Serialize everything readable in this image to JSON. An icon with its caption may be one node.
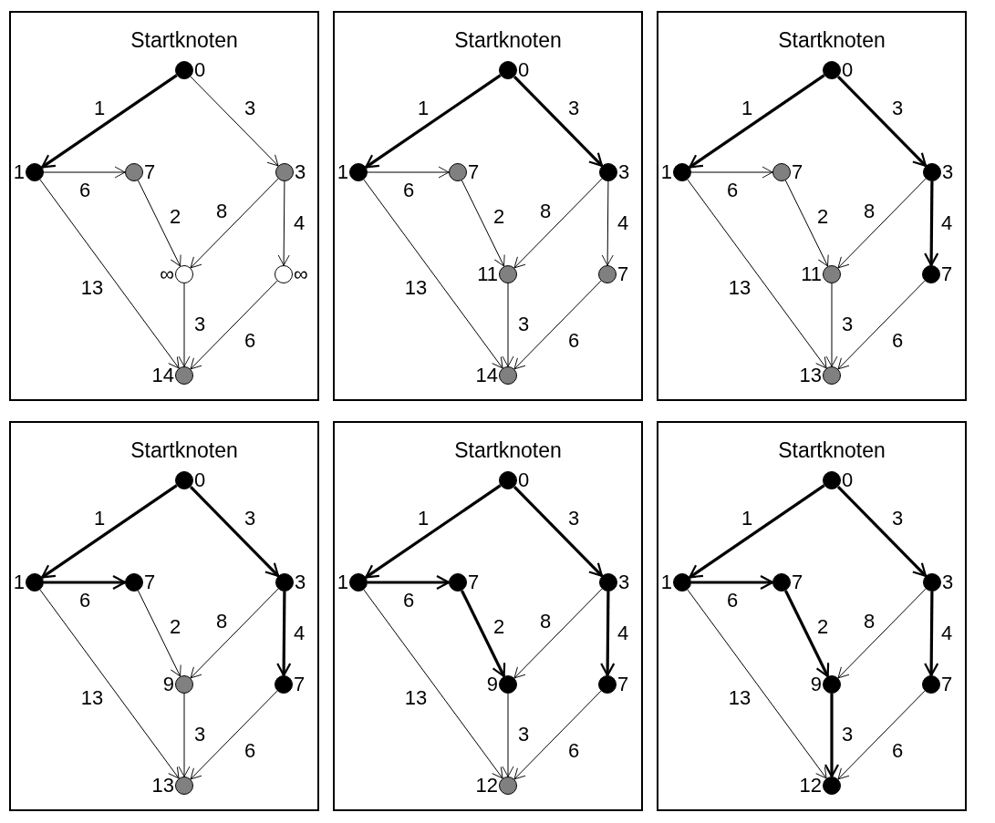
{
  "diagram": {
    "nodes": [
      {
        "text": [
          "Startknoten"
        ]
      },
      {
        "text": [],
        "shape": "circle",
        "in": 0,
        "beside": [
          "0"
        ]
      },
      {
        "text": [],
        "shape": "circle",
        "in": 0,
        "beside": [
          "1"
        ]
      },
      {
        "text": [],
        "shape": "circle",
        "in": 0,
        "beside": [
          "7"
        ]
      },
      {
        "text": [],
        "shape": "circle",
        "in": 0,
        "beside": [
          "3"
        ]
      },
      {
        "text": [],
        "shape": "circle",
        "in": 0,
        "beside": [
          "∞"
        ]
      },
      {
        "text": [],
        "shape": "circle",
        "in": 0,
        "beside": [
          "∞"
        ]
      },
      {
        "text": [],
        "shape": "circle",
        "in": 0,
        "beside": [
          "14"
        ]
      },
      {
        "text": [
          "Startknoten"
        ]
      },
      {
        "text": [],
        "shape": "circle",
        "in": 8,
        "beside": [
          "0"
        ]
      },
      {
        "text": [],
        "shape": "circle",
        "in": 8,
        "beside": [
          "1"
        ]
      },
      {
        "text": [],
        "shape": "circle",
        "in": 8,
        "beside": [
          "7"
        ]
      },
      {
        "text": [],
        "shape": "circle",
        "in": 8,
        "beside": [
          "3"
        ]
      },
      {
        "text": [],
        "shape": "circle",
        "in": 8,
        "beside": [
          "11"
        ]
      },
      {
        "text": [],
        "shape": "circle",
        "in": 8,
        "beside": [
          "7"
        ]
      },
      {
        "text": [],
        "shape": "circle",
        "in": 8,
        "beside": [
          "14"
        ]
      },
      {
        "text": [
          "Startknoten"
        ]
      },
      {
        "text": [],
        "shape": "circle",
        "in": 16,
        "beside": [
          "0"
        ]
      },
      {
        "text": [],
        "shape": "circle",
        "in": 16,
        "beside": [
          "1"
        ]
      },
      {
        "text": [],
        "shape": "circle",
        "in": 16,
        "beside": [
          "7"
        ]
      },
      {
        "text": [],
        "shape": "circle",
        "in": 16,
        "beside": [
          "3"
        ]
      },
      {
        "text": [],
        "shape": "circle",
        "in": 16,
        "beside": [
          "11"
        ]
      },
      {
        "text": [],
        "shape": "circle",
        "in": 16,
        "beside": [
          "7"
        ]
      },
      {
        "text": [],
        "shape": "circle",
        "in": 16,
        "beside": [
          "13"
        ]
      },
      {
        "text": [
          "Startknoten"
        ]
      },
      {
        "text": [],
        "shape": "circle",
        "in": 24,
        "beside": [
          "0"
        ]
      },
      {
        "text": [],
        "shape": "circle",
        "in": 24,
        "beside": [
          "1"
        ]
      },
      {
        "text": [],
        "shape": "circle",
        "in": 24,
        "beside": [
          "7"
        ]
      },
      {
        "text": [],
        "shape": "circle",
        "in": 24,
        "beside": [
          "3"
        ]
      },
      {
        "text": [],
        "shape": "circle",
        "in": 24,
        "beside": [
          "9"
        ]
      },
      {
        "text": [],
        "shape": "circle",
        "in": 24,
        "beside": [
          "7"
        ]
      },
      {
        "text": [],
        "shape": "circle",
        "in": 24,
        "beside": [
          "13"
        ]
      },
      {
        "text": [
          "Startknoten"
        ]
      },
      {
        "text": [],
        "shape": "circle",
        "in": 32,
        "beside": [
          "0"
        ]
      },
      {
        "text": [],
        "shape": "circle",
        "in": 32,
        "beside": [
          "1"
        ]
      },
      {
        "text": [],
        "shape": "circle",
        "in": 32,
        "beside": [
          "7"
        ]
      },
      {
        "text": [],
        "shape": "circle",
        "in": 32,
        "beside": [
          "3"
        ]
      },
      {
        "text": [],
        "shape": "circle",
        "in": 32,
        "beside": [
          "9"
        ]
      },
      {
        "text": [],
        "shape": "circle",
        "in": 32,
        "beside": [
          "7"
        ]
      },
      {
        "text": [],
        "shape": "circle",
        "in": 32,
        "beside": [
          "12"
        ]
      },
      {
        "text": [
          "Startknoten"
        ]
      },
      {
        "text": [],
        "shape": "circle",
        "in": 40,
        "beside": [
          "0"
        ]
      },
      {
        "text": [],
        "shape": "circle",
        "in": 40,
        "beside": [
          "1"
        ]
      },
      {
        "text": [],
        "shape": "circle",
        "in": 40,
        "beside": [
          "7"
        ]
      },
      {
        "text": [],
        "shape": "circle",
        "in": 40,
        "beside": [
          "3"
        ]
      },
      {
        "text": [],
        "shape": "circle",
        "in": 40,
        "beside": [
          "9"
        ]
      },
      {
        "text": [],
        "shape": "circle",
        "in": 40,
        "beside": [
          "7"
        ]
      },
      {
        "text": [],
        "shape": "circle",
        "in": 40,
        "beside": [
          "12"
        ]
      }
    ],
    "edges": [
      {
        "from": 1,
        "to": 2,
        "arrow": "to",
        "label": "1",
        "style": "thick"
      },
      {
        "from": 1,
        "to": 4,
        "arrow": "to",
        "label": "3"
      },
      {
        "from": 2,
        "to": 3,
        "arrow": "to",
        "label": "6"
      },
      {
        "from": 2,
        "to": 7,
        "arrow": "to",
        "label": "13"
      },
      {
        "from": 3,
        "to": 5,
        "arrow": "to",
        "label": "2"
      },
      {
        "from": 4,
        "to": 5,
        "arrow": "to",
        "label": "8"
      },
      {
        "from": 4,
        "to": 6,
        "arrow": "to",
        "label": "4"
      },
      {
        "from": 5,
        "to": 7,
        "arrow": "to",
        "label": "3"
      },
      {
        "from": 6,
        "to": 7,
        "arrow": "to",
        "label": "6"
      },
      {
        "from": 9,
        "to": 10,
        "arrow": "to",
        "label": "1",
        "style": "thick"
      },
      {
        "from": 9,
        "to": 12,
        "arrow": "to",
        "label": "3",
        "style": "thick"
      },
      {
        "from": 10,
        "to": 11,
        "arrow": "to",
        "label": "6"
      },
      {
        "from": 10,
        "to": 15,
        "arrow": "to",
        "label": "13"
      },
      {
        "from": 11,
        "to": 13,
        "arrow": "to",
        "label": "2"
      },
      {
        "from": 12,
        "to": 13,
        "arrow": "to",
        "label": "8"
      },
      {
        "from": 12,
        "to": 14,
        "arrow": "to",
        "label": "4"
      },
      {
        "from": 13,
        "to": 15,
        "arrow": "to",
        "label": "3"
      },
      {
        "from": 14,
        "to": 15,
        "arrow": "to",
        "label": "6"
      },
      {
        "from": 17,
        "to": 18,
        "arrow": "to",
        "label": "1",
        "style": "thick"
      },
      {
        "from": 17,
        "to": 20,
        "arrow": "to",
        "label": "3",
        "style": "thick"
      },
      {
        "from": 18,
        "to": 19,
        "arrow": "to",
        "label": "6"
      },
      {
        "from": 18,
        "to": 23,
        "arrow": "to",
        "label": "13"
      },
      {
        "from": 19,
        "to": 21,
        "arrow": "to",
        "label": "2"
      },
      {
        "from": 20,
        "to": 21,
        "arrow": "to",
        "label": "8"
      },
      {
        "from": 20,
        "to": 22,
        "arrow": "to",
        "label": "4",
        "style": "thick"
      },
      {
        "from": 21,
        "to": 23,
        "arrow": "to",
        "label": "3"
      },
      {
        "from": 22,
        "to": 23,
        "arrow": "to",
        "label": "6"
      },
      {
        "from": 25,
        "to": 26,
        "arrow": "to",
        "label": "1",
        "style": "thick"
      },
      {
        "from": 25,
        "to": 28,
        "arrow": "to",
        "label": "3",
        "style": "thick"
      },
      {
        "from": 26,
        "to": 27,
        "arrow": "to",
        "label": "6",
        "style": "thick"
      },
      {
        "from": 26,
        "to": 31,
        "arrow": "to",
        "label": "13"
      },
      {
        "from": 27,
        "to": 29,
        "arrow": "to",
        "label": "2"
      },
      {
        "from": 28,
        "to": 29,
        "arrow": "to",
        "label": "8"
      },
      {
        "from": 28,
        "to": 30,
        "arrow": "to",
        "label": "4",
        "style": "thick"
      },
      {
        "from": 29,
        "to": 31,
        "arrow": "to",
        "label": "3"
      },
      {
        "from": 30,
        "to": 31,
        "arrow": "to",
        "label": "6"
      },
      {
        "from": 33,
        "to": 34,
        "arrow": "to",
        "label": "1",
        "style": "thick"
      },
      {
        "from": 33,
        "to": 36,
        "arrow": "to",
        "label": "3",
        "style": "thick"
      },
      {
        "from": 34,
        "to": 35,
        "arrow": "to",
        "label": "6",
        "style": "thick"
      },
      {
        "from": 34,
        "to": 39,
        "arrow": "to",
        "label": "13"
      },
      {
        "from": 35,
        "to": 37,
        "arrow": "to",
        "label": "2",
        "style": "thick"
      },
      {
        "from": 36,
        "to": 37,
        "arrow": "to",
        "label": "8"
      },
      {
        "from": 36,
        "to": 38,
        "arrow": "to",
        "label": "4",
        "style": "thick"
      },
      {
        "from": 37,
        "to": 39,
        "arrow": "to",
        "label": "3"
      },
      {
        "from": 38,
        "to": 39,
        "arrow": "to",
        "label": "6"
      },
      {
        "from": 41,
        "to": 42,
        "arrow": "to",
        "label": "1",
        "style": "thick"
      },
      {
        "from": 41,
        "to": 44,
        "arrow": "to",
        "label": "3",
        "style": "thick"
      },
      {
        "from": 42,
        "to": 43,
        "arrow": "to",
        "label": "6",
        "style": "thick"
      },
      {
        "from": 42,
        "to": 47,
        "arrow": "to",
        "label": "13"
      },
      {
        "from": 43,
        "to": 45,
        "arrow": "to",
        "label": "2",
        "style": "thick"
      },
      {
        "from": 44,
        "to": 45,
        "arrow": "to",
        "label": "8"
      },
      {
        "from": 44,
        "to": 46,
        "arrow": "to",
        "label": "4",
        "style": "thick"
      },
      {
        "from": 45,
        "to": 47,
        "arrow": "to",
        "label": "3",
        "style": "thick"
      },
      {
        "from": 46,
        "to": 47,
        "arrow": "to",
        "label": "6"
      }
    ]
  }
}
